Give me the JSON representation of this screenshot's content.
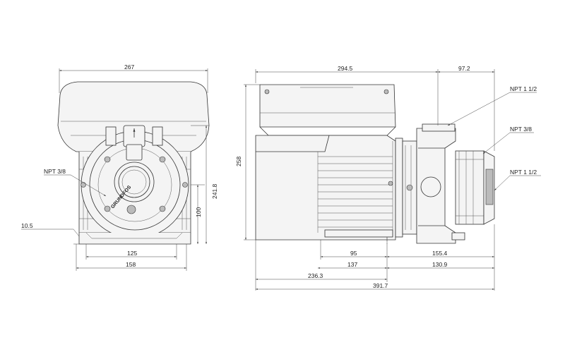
{
  "front_view": {
    "dims": {
      "width_total": "267",
      "height_241": "241.8",
      "height_100": "100",
      "foot_10": "10.5",
      "base_125": "125",
      "base_158": "158"
    },
    "labels": {
      "port": "NPT 3/8"
    },
    "logo_text": "GRUNDFOS"
  },
  "side_view": {
    "dims": {
      "top_294": "294.5",
      "top_97": "97.2",
      "height_258": "258",
      "bottom_95": "95",
      "bottom_155": "155.4",
      "bottom_137": "137",
      "bottom_130": "130.9",
      "bottom_236": "236.3",
      "bottom_391": "391.7"
    },
    "labels": {
      "top_right": "NPT 1 1/2",
      "mid_right": "NPT 3/8",
      "low_right": "NPT 1 1/2"
    }
  }
}
